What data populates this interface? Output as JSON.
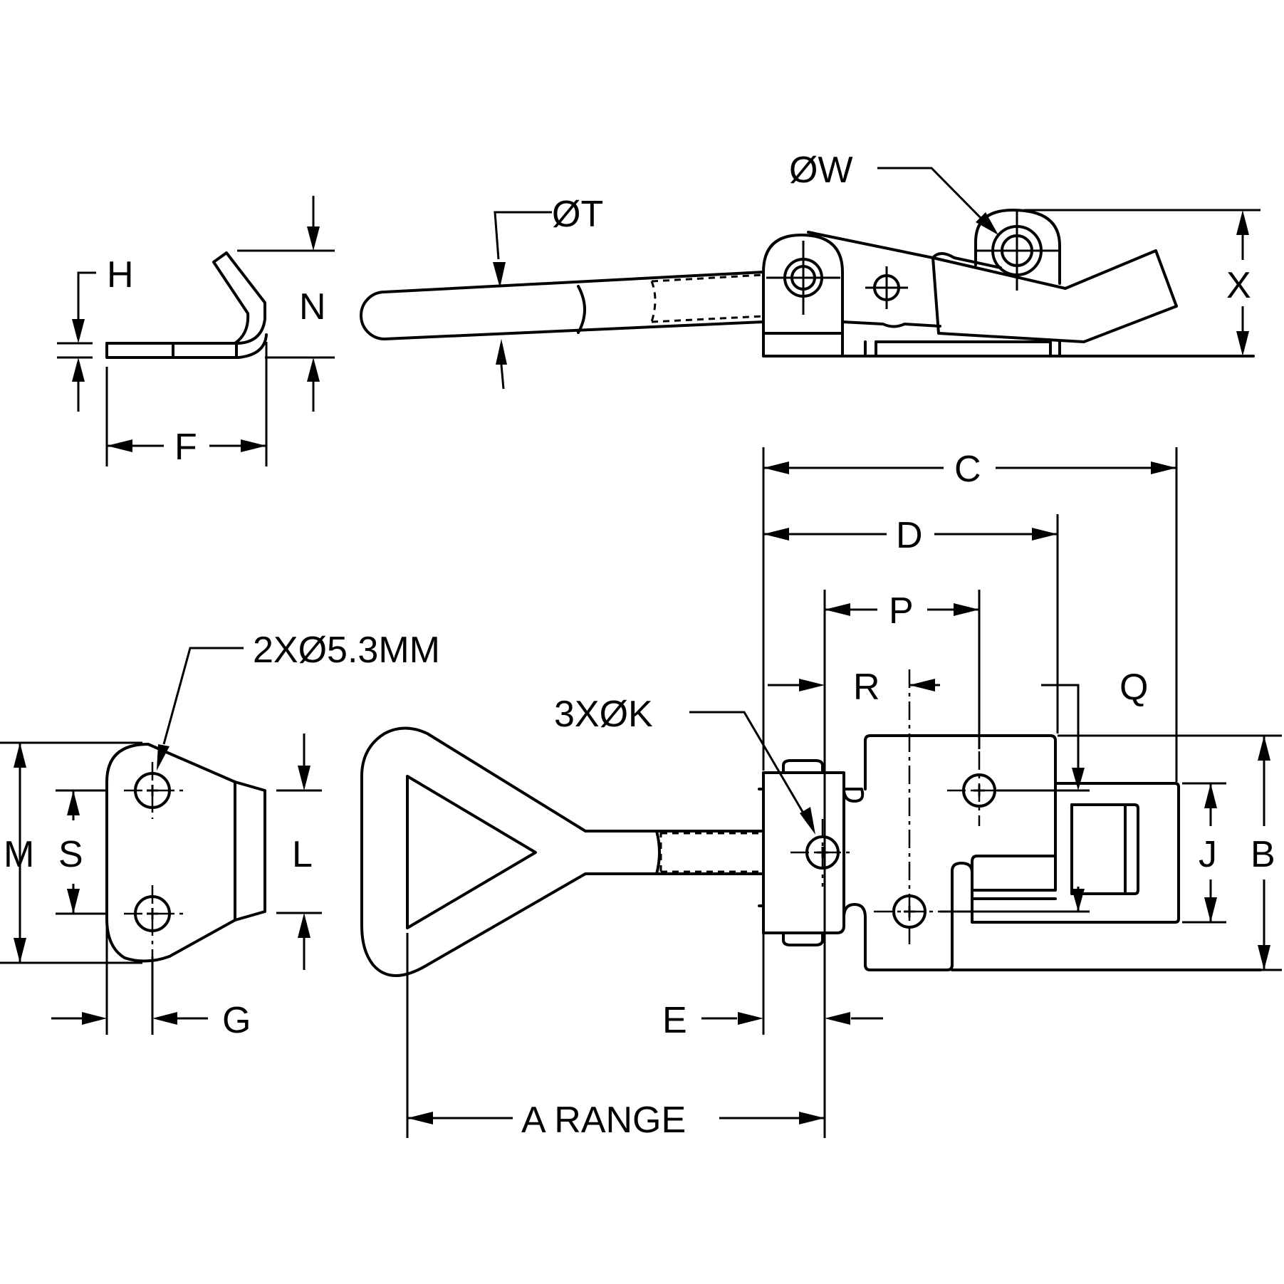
{
  "labels": {
    "H": "H",
    "N": "N",
    "F": "F",
    "phi_t": "ØT",
    "phi_w": "ØW",
    "X": "X",
    "C": "C",
    "D": "D",
    "P": "P",
    "R": "R",
    "Q": "Q",
    "hole_note_2x": "2XØ5.3MM",
    "hole_note_3x": "3XØK",
    "M": "M",
    "S": "S",
    "L": "L",
    "G": "G",
    "E": "E",
    "J": "J",
    "B": "B",
    "A_range": "A RANGE"
  }
}
